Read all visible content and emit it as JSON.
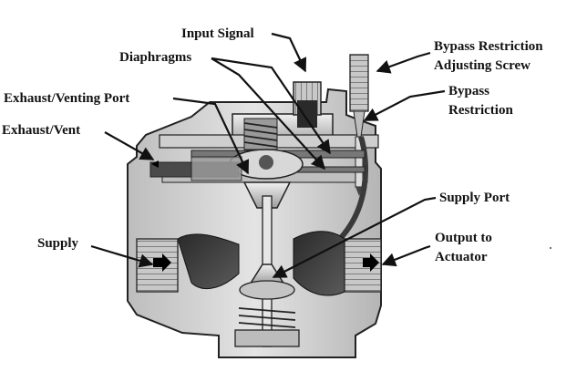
{
  "labels": {
    "input_signal": "Input Signal",
    "diaphragms": "Diaphragms",
    "exhaust_venting_port": "Exhaust/Venting Port",
    "exhaust_vent": "Exhaust/Vent",
    "bypass_restriction_adjusting_screw_line1": "Bypass Restriction",
    "bypass_restriction_adjusting_screw_line2": "Adjusting Screw",
    "bypass_restriction_line1": "Bypass",
    "bypass_restriction_line2": "Restriction",
    "supply_port": "Supply Port",
    "supply": "Supply",
    "output_to_actuator_line1": "Output to",
    "output_to_actuator_line2": "Actuator"
  },
  "colors": {
    "ink": "#111111",
    "body_fill": "#d4d4d4",
    "body_dark": "#8a8a8a",
    "passage": "#3a3a3a",
    "background": "#ffffff"
  }
}
